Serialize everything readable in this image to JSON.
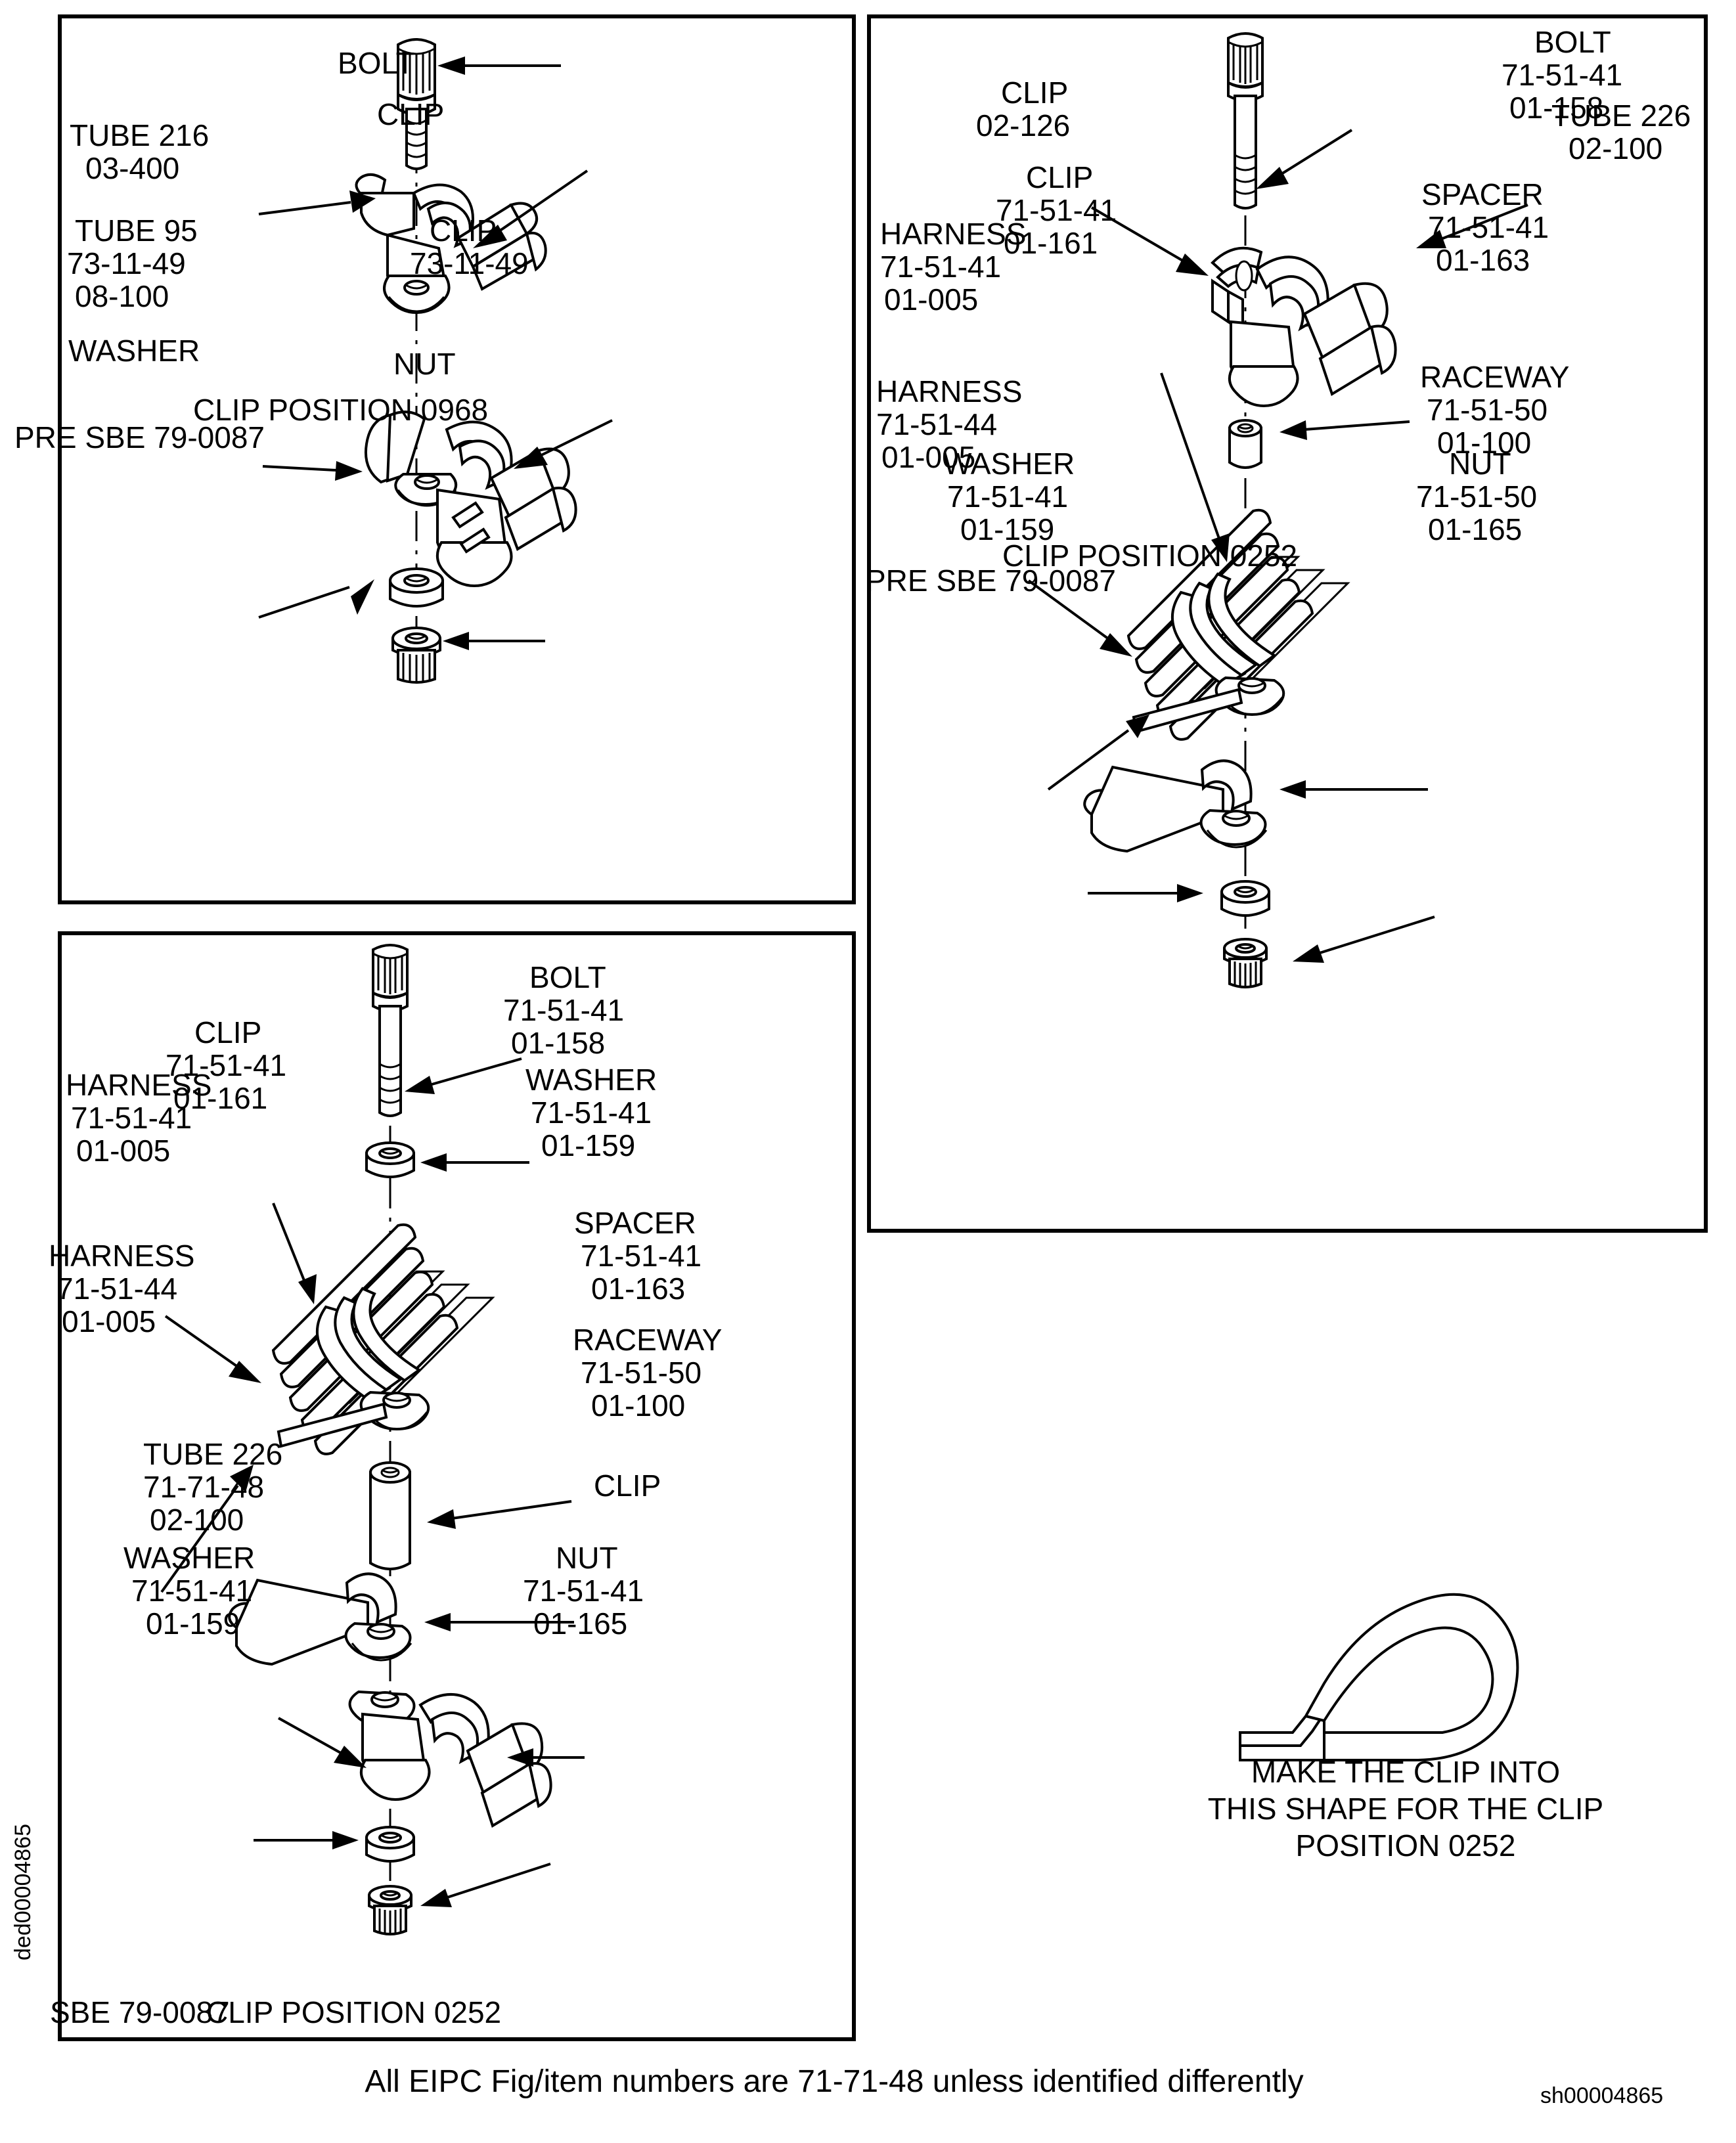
{
  "sheet": {
    "footer_note": "All EIPC Fig/item numbers are 71-71-48 unless identified differently",
    "left_margin_id": "ded00004865",
    "bottom_right_id": "sh00004865"
  },
  "panels": [
    {
      "id": "pre-0968",
      "effectivity": "PRE SBE 79-0087",
      "position_caption": "CLIP POSITION 0968",
      "labels": [
        {
          "name": "bolt",
          "lines": [
            "BOLT"
          ]
        },
        {
          "name": "clip-upper",
          "lines": [
            "CLIP"
          ]
        },
        {
          "name": "tube-216",
          "lines": [
            "TUBE 216",
            "03-400"
          ]
        },
        {
          "name": "tube-95",
          "lines": [
            "TUBE 95",
            "73-11-49",
            "08-100"
          ]
        },
        {
          "name": "clip-lower",
          "lines": [
            "CLIP",
            "73-11-49"
          ]
        },
        {
          "name": "washer",
          "lines": [
            "WASHER"
          ]
        },
        {
          "name": "nut",
          "lines": [
            "NUT"
          ]
        }
      ]
    },
    {
      "id": "pre-0252",
      "effectivity": "PRE SBE 79-0087",
      "position_caption": "CLIP POSITION 0252",
      "labels": [
        {
          "name": "bolt",
          "lines": [
            "BOLT",
            "71-51-41",
            "01-158"
          ]
        },
        {
          "name": "clip-02-126",
          "lines": [
            "CLIP",
            "02-126"
          ]
        },
        {
          "name": "tube-226",
          "lines": [
            "TUBE 226",
            "02-100"
          ]
        },
        {
          "name": "clip-01-161",
          "lines": [
            "CLIP",
            "71-51-41",
            "01-161"
          ]
        },
        {
          "name": "spacer",
          "lines": [
            "SPACER",
            "71-51-41",
            "01-163"
          ]
        },
        {
          "name": "harness-41",
          "lines": [
            "HARNESS",
            "71-51-41",
            "01-005"
          ]
        },
        {
          "name": "harness-44",
          "lines": [
            "HARNESS",
            "71-51-44",
            "01-005"
          ]
        },
        {
          "name": "raceway",
          "lines": [
            "RACEWAY",
            "71-51-50",
            "01-100"
          ]
        },
        {
          "name": "washer",
          "lines": [
            "WASHER",
            "71-51-41",
            "01-159"
          ]
        },
        {
          "name": "nut",
          "lines": [
            "NUT",
            "71-51-50",
            "01-165"
          ]
        }
      ]
    },
    {
      "id": "sbe-0252",
      "effectivity": "SBE 79-0087",
      "position_caption": "CLIP POSITION 0252",
      "labels": [
        {
          "name": "bolt",
          "lines": [
            "BOLT",
            "71-51-41",
            "01-158"
          ]
        },
        {
          "name": "clip-01-161",
          "lines": [
            "CLIP",
            "71-51-41",
            "01-161"
          ]
        },
        {
          "name": "washer-top",
          "lines": [
            "WASHER",
            "71-51-41",
            "01-159"
          ]
        },
        {
          "name": "harness-41",
          "lines": [
            "HARNESS",
            "71-51-41",
            "01-005"
          ]
        },
        {
          "name": "harness-44",
          "lines": [
            "HARNESS",
            "71-51-44",
            "01-005"
          ]
        },
        {
          "name": "spacer",
          "lines": [
            "SPACER",
            "71-51-41",
            "01-163"
          ]
        },
        {
          "name": "raceway",
          "lines": [
            "RACEWAY",
            "71-51-50",
            "01-100"
          ]
        },
        {
          "name": "tube-226",
          "lines": [
            "TUBE 226",
            "71-71-48",
            "02-100"
          ]
        },
        {
          "name": "clip",
          "lines": [
            "CLIP"
          ]
        },
        {
          "name": "washer-bot",
          "lines": [
            "WASHER",
            "71-51-41",
            "01-159"
          ]
        },
        {
          "name": "nut",
          "lines": [
            "NUT",
            "71-51-41",
            "01-165"
          ]
        }
      ]
    }
  ],
  "clip_shape_note": {
    "lines": [
      "MAKE THE CLIP INTO",
      "THIS SHAPE FOR THE CLIP",
      "POSITION 0252"
    ]
  },
  "p1": {
    "bolt": "BOLT",
    "clip_upper": "CLIP",
    "tube216_l1": "TUBE 216",
    "tube216_l2": "03-400",
    "tube95_l1": "TUBE 95",
    "tube95_l2": "73-11-49",
    "tube95_l3": "08-100",
    "clip_lower_l1": "CLIP",
    "clip_lower_l2": "73-11-49",
    "washer": "WASHER",
    "nut": "NUT",
    "caption": "CLIP POSITION 0968",
    "effectivity": "PRE SBE 79-0087"
  },
  "p2": {
    "bolt_l1": "BOLT",
    "bolt_l2": "71-51-41",
    "bolt_l3": "01-158",
    "clipA_l1": "CLIP",
    "clipA_l2": "02-126",
    "tube226_l1": "TUBE 226",
    "tube226_l2": "02-100",
    "clipB_l1": "CLIP",
    "clipB_l2": "71-51-41",
    "clipB_l3": "01-161",
    "spacer_l1": "SPACER",
    "spacer_l2": "71-51-41",
    "spacer_l3": "01-163",
    "harn41_l1": "HARNESS",
    "harn41_l2": "71-51-41",
    "harn41_l3": "01-005",
    "harn44_l1": "HARNESS",
    "harn44_l2": "71-51-44",
    "harn44_l3": "01-005",
    "race_l1": "RACEWAY",
    "race_l2": "71-51-50",
    "race_l3": "01-100",
    "wash_l1": "WASHER",
    "wash_l2": "71-51-41",
    "wash_l3": "01-159",
    "nut_l1": "NUT",
    "nut_l2": "71-51-50",
    "nut_l3": "01-165",
    "caption": "CLIP POSITION 0252",
    "effectivity": "PRE SBE 79-0087"
  },
  "p3": {
    "bolt_l1": "BOLT",
    "bolt_l2": "71-51-41",
    "bolt_l3": "01-158",
    "clip_l1": "CLIP",
    "clip_l2": "71-51-41",
    "clip_l3": "01-161",
    "washT_l1": "WASHER",
    "washT_l2": "71-51-41",
    "washT_l3": "01-159",
    "harn41_l1": "HARNESS",
    "harn41_l2": "71-51-41",
    "harn41_l3": "01-005",
    "harn44_l1": "HARNESS",
    "harn44_l2": "71-51-44",
    "harn44_l3": "01-005",
    "spacer_l1": "SPACER",
    "spacer_l2": "71-51-41",
    "spacer_l3": "01-163",
    "race_l1": "RACEWAY",
    "race_l2": "71-51-50",
    "race_l3": "01-100",
    "tube226_l1": "TUBE 226",
    "tube226_l2": "71-71-48",
    "tube226_l3": "02-100",
    "clip2": "CLIP",
    "washB_l1": "WASHER",
    "washB_l2": "71-51-41",
    "washB_l3": "01-159",
    "nut_l1": "NUT",
    "nut_l2": "71-51-41",
    "nut_l3": "01-165",
    "caption": "CLIP POSITION 0252",
    "effectivity": "SBE 79-0087"
  },
  "note": {
    "l1": "MAKE THE CLIP INTO",
    "l2": "THIS SHAPE FOR THE CLIP",
    "l3": "POSITION 0252"
  }
}
